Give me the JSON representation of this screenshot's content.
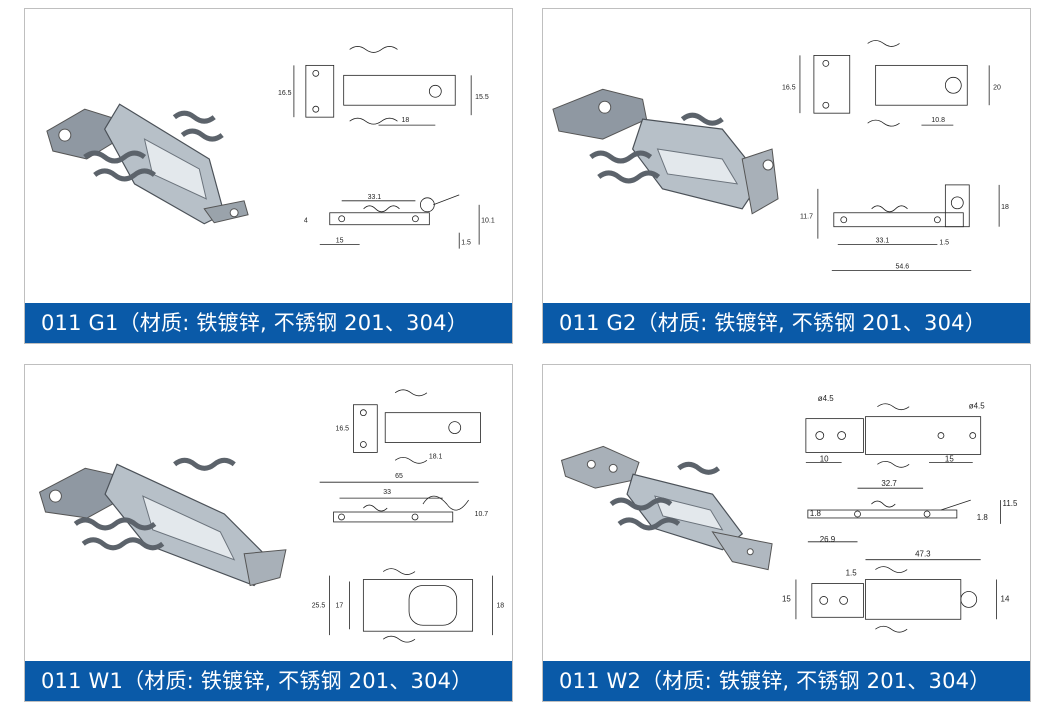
{
  "cards": [
    {
      "caption": "011 G1（材质: 铁镀锌, 不锈钢 201、304）",
      "dims": [
        "16.5",
        "15.5",
        "18",
        "33.1",
        "10.1",
        "1.5",
        "15",
        "4"
      ]
    },
    {
      "caption": "011 G2（材质: 铁镀锌, 不锈钢 201、304）",
      "dims": [
        "16.5",
        "20",
        "10.8",
        "11.7",
        "33.1",
        "1.5",
        "54.6",
        "18"
      ]
    },
    {
      "caption": "011 W1（材质: 铁镀锌, 不锈钢 201、304）",
      "dims": [
        "16.5",
        "18.1",
        "65",
        "33",
        "10.7",
        "25.5",
        "17",
        "18"
      ]
    },
    {
      "caption": "011 W2（材质: 铁镀锌, 不锈钢 201、304）",
      "dims": [
        "ø4.5",
        "ø4.5",
        "10",
        "15",
        "32.7",
        "1.8",
        "26.9",
        "11.5",
        "1.8",
        "47.3",
        "15",
        "14",
        "1.5"
      ]
    }
  ],
  "colors": {
    "caption_bg": "#0a5aa8",
    "caption_text": "#ffffff",
    "border": "#bfbfbf"
  }
}
